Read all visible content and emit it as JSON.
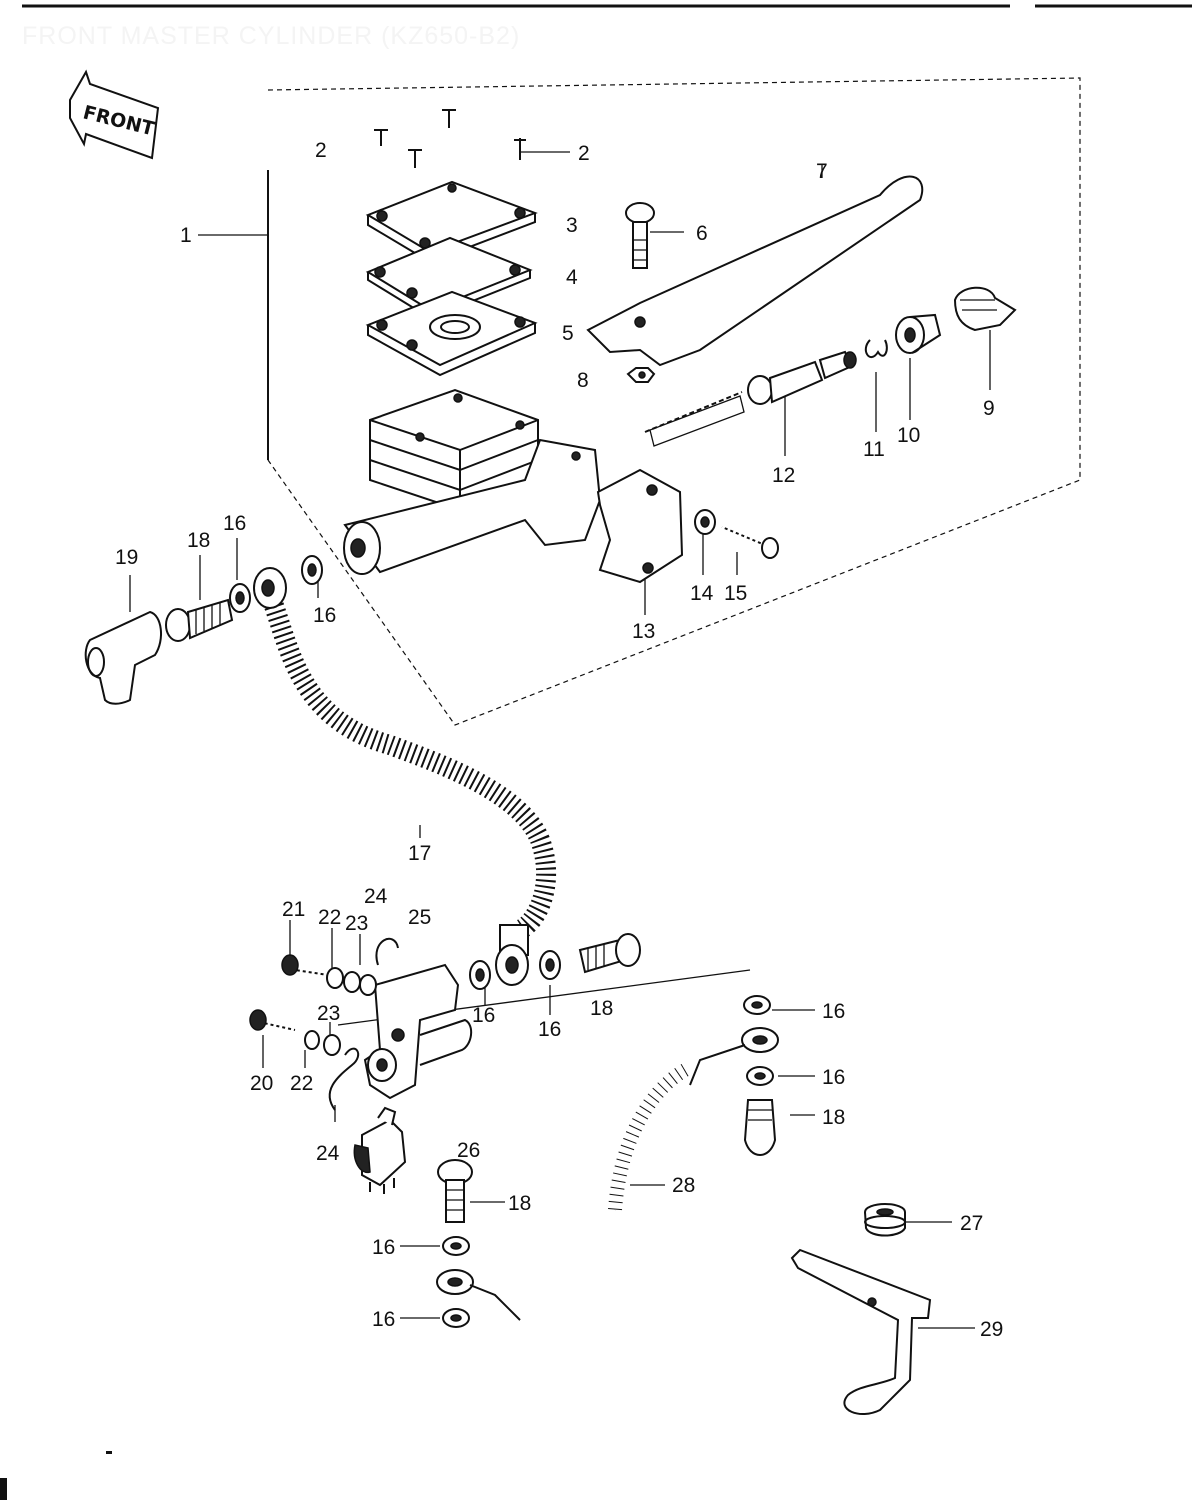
{
  "header": {
    "title": "FRONT MASTER CYLINDER (KZ650-B2)",
    "orientation_label": "FRONT"
  },
  "callouts": [
    {
      "id": "c1",
      "text": "1"
    },
    {
      "id": "c2a",
      "text": "2"
    },
    {
      "id": "c2b",
      "text": "2"
    },
    {
      "id": "c3",
      "text": "3"
    },
    {
      "id": "c4",
      "text": "4"
    },
    {
      "id": "c5",
      "text": "5"
    },
    {
      "id": "c6",
      "text": "6"
    },
    {
      "id": "c7",
      "text": "7"
    },
    {
      "id": "c8",
      "text": "8"
    },
    {
      "id": "c9",
      "text": "9"
    },
    {
      "id": "c10",
      "text": "10"
    },
    {
      "id": "c11",
      "text": "11"
    },
    {
      "id": "c12",
      "text": "12"
    },
    {
      "id": "c13",
      "text": "13"
    },
    {
      "id": "c14",
      "text": "14"
    },
    {
      "id": "c15",
      "text": "15"
    },
    {
      "id": "c16a",
      "text": "16"
    },
    {
      "id": "c16b",
      "text": "16"
    },
    {
      "id": "c16c",
      "text": "16"
    },
    {
      "id": "c16d",
      "text": "16"
    },
    {
      "id": "c16e",
      "text": "16"
    },
    {
      "id": "c16f",
      "text": "16"
    },
    {
      "id": "c16g",
      "text": "16"
    },
    {
      "id": "c16h",
      "text": "16"
    },
    {
      "id": "c17",
      "text": "17"
    },
    {
      "id": "c18a",
      "text": "18"
    },
    {
      "id": "c18b",
      "text": "18"
    },
    {
      "id": "c18c",
      "text": "18"
    },
    {
      "id": "c18d",
      "text": "18"
    },
    {
      "id": "c19",
      "text": "19"
    },
    {
      "id": "c20",
      "text": "20"
    },
    {
      "id": "c21",
      "text": "21"
    },
    {
      "id": "c22a",
      "text": "22"
    },
    {
      "id": "c22b",
      "text": "22"
    },
    {
      "id": "c23a",
      "text": "23"
    },
    {
      "id": "c23b",
      "text": "23"
    },
    {
      "id": "c24a",
      "text": "24"
    },
    {
      "id": "c24b",
      "text": "24"
    },
    {
      "id": "c25",
      "text": "25"
    },
    {
      "id": "c26",
      "text": "26"
    },
    {
      "id": "c27",
      "text": "27"
    },
    {
      "id": "c28",
      "text": "28"
    },
    {
      "id": "c29",
      "text": "29"
    }
  ]
}
